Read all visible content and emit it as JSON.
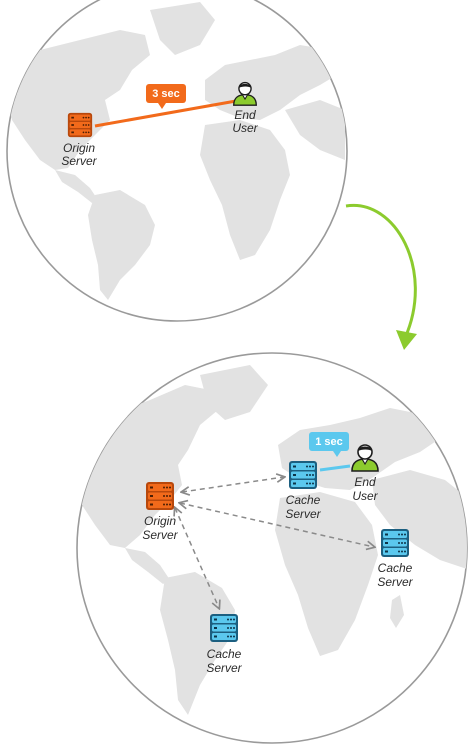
{
  "top_globe": {
    "origin_server": {
      "line1": "Origin",
      "line2": "Server"
    },
    "end_user": {
      "line1": "End",
      "line2": "User"
    },
    "latency_badge": "3 sec"
  },
  "bottom_globe": {
    "origin_server": {
      "line1": "Origin",
      "line2": "Server"
    },
    "cache_server_europe": {
      "line1": "Cache",
      "line2": "Server"
    },
    "cache_server_asia": {
      "line1": "Cache",
      "line2": "Server"
    },
    "cache_server_south_america": {
      "line1": "Cache",
      "line2": "Server"
    },
    "end_user": {
      "line1": "End",
      "line2": "User"
    },
    "latency_badge": "1 sec"
  },
  "colors": {
    "origin": "#f26a1b",
    "origin_dark": "#b8480c",
    "cache": "#5bc8ee",
    "cache_dark": "#1c5f80",
    "user": "#8ccb2e",
    "arrow": "#8ccb2e",
    "land": "#e2e2e2",
    "globe_stroke": "#9a9a9a",
    "dashed": "#8a8a8a"
  }
}
